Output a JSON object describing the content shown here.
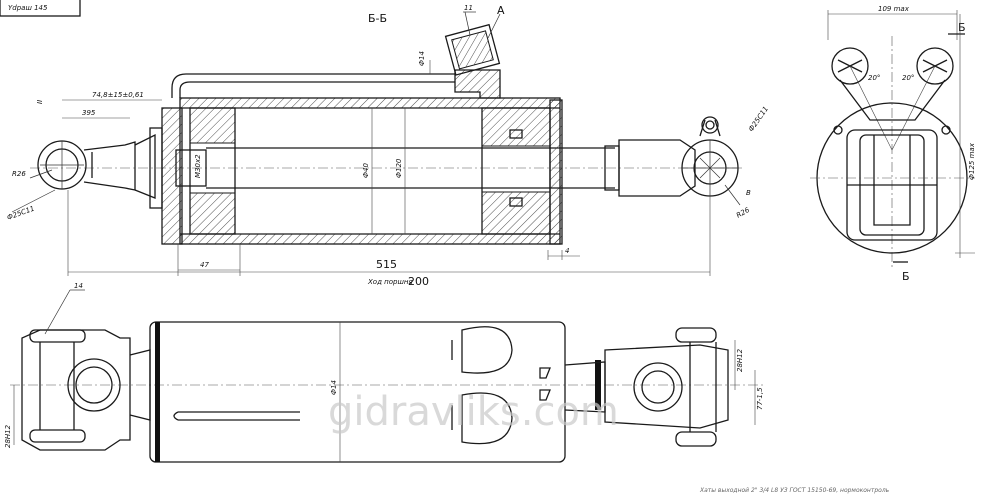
{
  "stamp": "Ydраш 145",
  "section_view": {
    "title": "Б-Б",
    "callout_item": "11",
    "callout_detail": "A",
    "dim_thread": "Ф14",
    "dim_length_top": "74,8±15±0,61",
    "dim_395": "395",
    "label_II": "II",
    "dim_R26_left": "R26",
    "dim_pin_left": "Ф25С11",
    "dim_m30": "М30х2",
    "dim_rod": "Ф40",
    "dim_bore": "Ф120",
    "dim_pin_right": "Ф25С11",
    "dim_R26_right": "R26",
    "label_B": "B",
    "dim_47": "47",
    "dim_total": "515",
    "dim_4": "4",
    "stroke_label": "Ход поршня",
    "stroke_value": "200"
  },
  "side_view": {
    "dim_width_top": "109 max",
    "section_mark_top": "Б",
    "section_mark_bottom": "Б",
    "angle_left": "20°",
    "angle_right": "20°",
    "dim_height": "Ф125 max"
  },
  "plan_view": {
    "callout_item": "14",
    "dim_left_slot": "28Н12",
    "dim_tube": "Ф14",
    "dim_right_slot": "28Н12",
    "dim_right_width": "77-1,5"
  },
  "watermark": "gidravliks.com",
  "footer_note": "Хаты выходной 2\" 3/4 L8 УЗ ГОСТ 15150-69, нормоконтроль"
}
